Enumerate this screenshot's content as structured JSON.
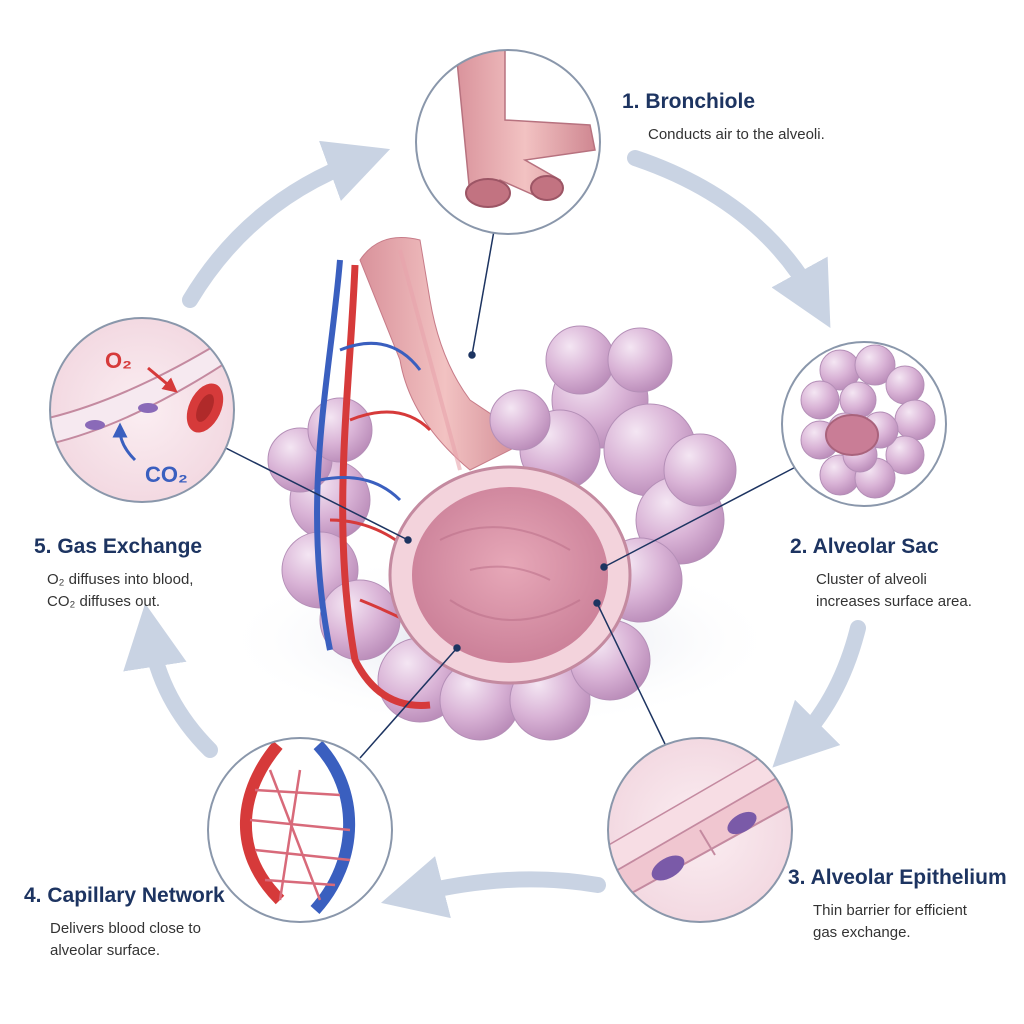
{
  "colors": {
    "title": "#1d3461",
    "text": "#333333",
    "tissue": "#e3b6c8",
    "alveoli": "#d9b3d6",
    "artery": "#d63a3a",
    "vein": "#3a5fbf",
    "cycle_arrow": "#c9d3e3",
    "circle_border": "#8a97ab"
  },
  "steps": [
    {
      "title": "1. Bronchiole",
      "desc": [
        "Conducts air to the alveoli."
      ]
    },
    {
      "title": "2. Alveolar Sac",
      "desc": [
        "Cluster of alveoli",
        "increases surface area."
      ]
    },
    {
      "title": "3. Alveolar Epithelium",
      "desc": [
        "Thin barrier for efficient",
        "gas exchange."
      ]
    },
    {
      "title": "4. Capillary Network",
      "desc": [
        "Delivers blood close to",
        "alveolar surface."
      ]
    },
    {
      "title": "5. Gas Exchange",
      "desc": [
        "O₂ diffuses into blood,",
        "CO₂ diffuses out."
      ]
    }
  ],
  "inset_labels": {
    "o2": "O₂",
    "co2": "CO₂"
  }
}
